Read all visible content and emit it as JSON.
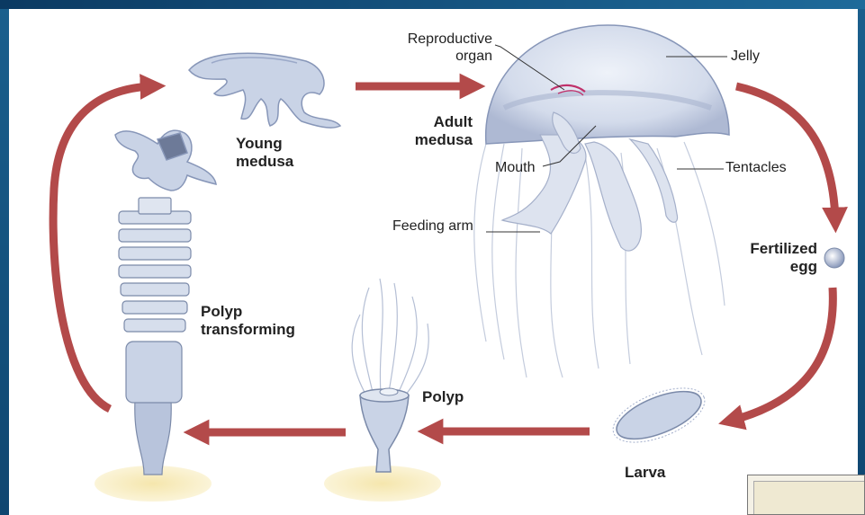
{
  "labels": {
    "reproductive_organ": [
      "Reproductive",
      "organ"
    ],
    "jelly": "Jelly",
    "adult_medusa": [
      "Adult",
      "medusa"
    ],
    "mouth": "Mouth",
    "tentacles": "Tentacles",
    "feeding_arm": "Feeding arm",
    "young_medusa": [
      "Young",
      "medusa"
    ],
    "fertilized_egg": [
      "Fertilized",
      "egg"
    ],
    "polyp_transforming": [
      "Polyp",
      "transforming"
    ],
    "polyp": "Polyp",
    "larva": "Larva"
  },
  "colors": {
    "arrow": "#b34a4a",
    "body": "#c9d3e6",
    "body_stroke": "#8796b8",
    "sand": "#f3e3a6",
    "frame": "#1e6a9a",
    "accent": "#c0306a"
  },
  "icons": [
    "young-medusa-illustration",
    "adult-medusa-illustration",
    "fertilized-egg-illustration",
    "larva-illustration",
    "polyp-illustration",
    "polyp-transforming-illustration",
    "cycle-arrow"
  ]
}
